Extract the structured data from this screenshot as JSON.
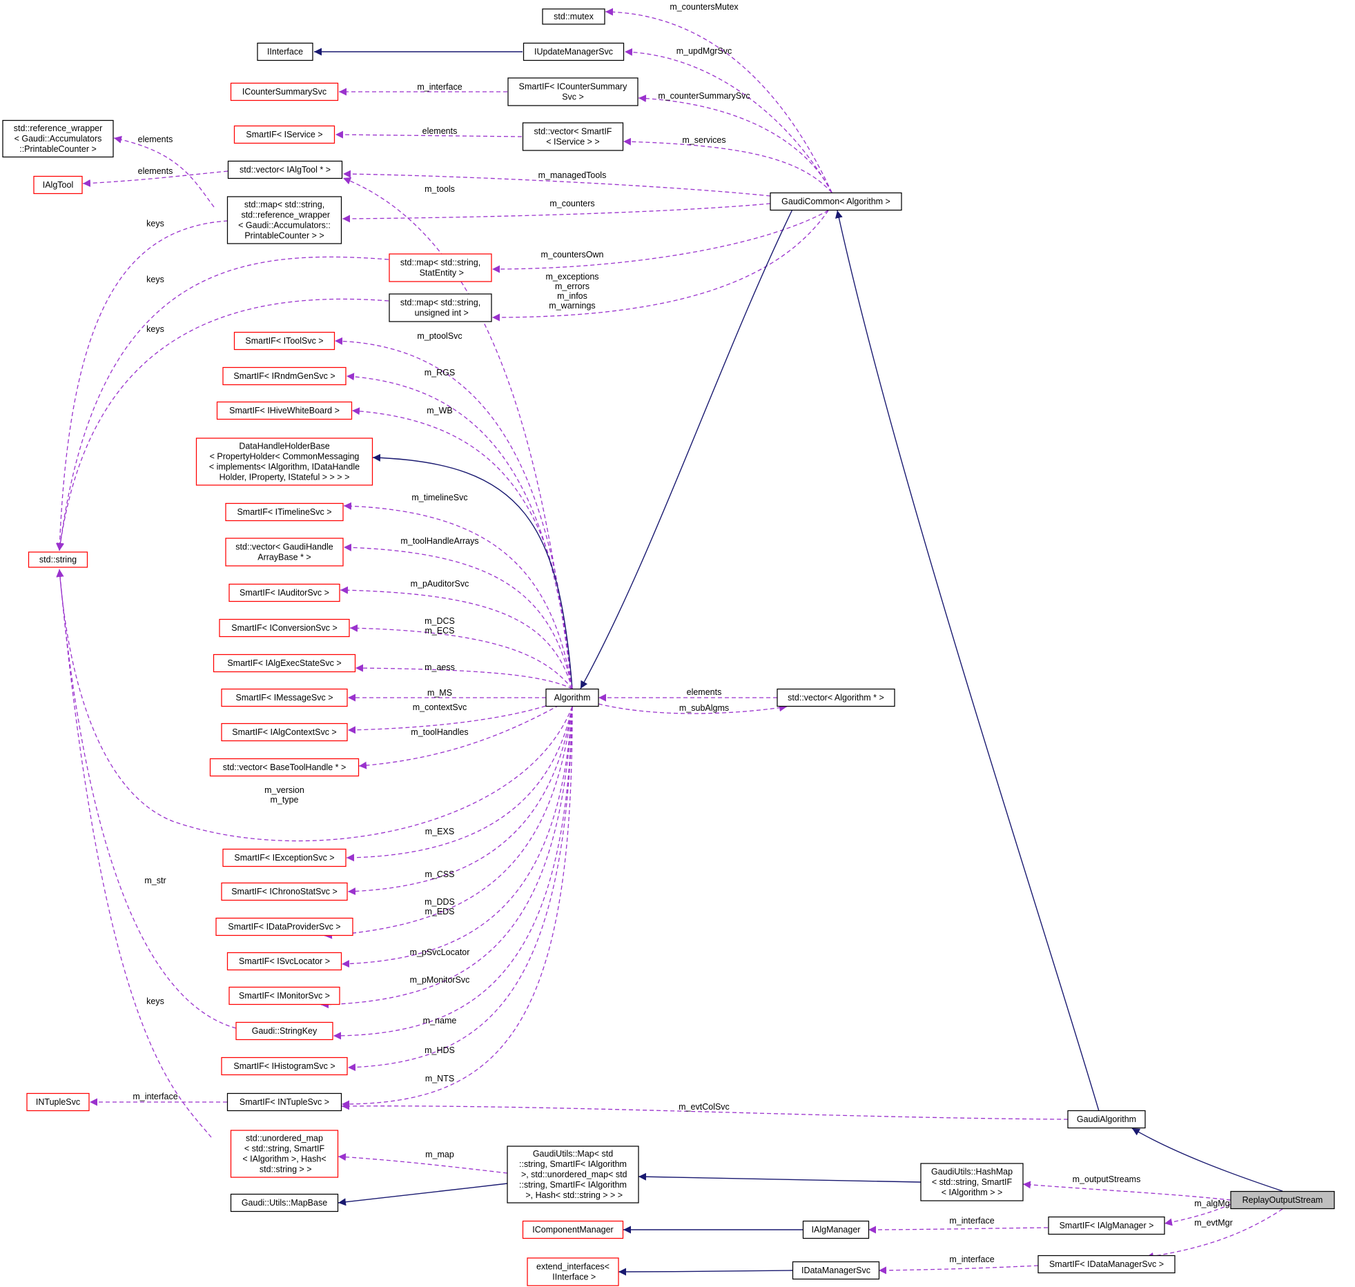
{
  "diagram": {
    "colors": {
      "inherit_edge": "#191970",
      "use_edge": "#9a32cd",
      "node_border_documented": "#000000",
      "node_border_undocumented": "#ff0000",
      "selected_node_fill": "#bfbfbf"
    },
    "nodes": [
      {
        "id": "std_mutex",
        "lines": [
          "std::mutex"
        ],
        "border": "black"
      },
      {
        "id": "iinterface",
        "lines": [
          "IInterface"
        ],
        "border": "black"
      },
      {
        "id": "iupdatemanagersvc",
        "lines": [
          "IUpdateManagerSvc"
        ],
        "border": "black"
      },
      {
        "id": "icountersummarysvc",
        "lines": [
          "ICounterSummarySvc"
        ],
        "border": "red"
      },
      {
        "id": "smartif_icountersummarysvc",
        "lines": [
          "SmartIF< ICounterSummary",
          "Svc >"
        ],
        "border": "black"
      },
      {
        "id": "std_reference_wrapper",
        "lines": [
          "std::reference_wrapper",
          "< Gaudi::Accumulators",
          "::PrintableCounter >"
        ],
        "border": "black"
      },
      {
        "id": "smartif_iservice",
        "lines": [
          "SmartIF< IService >"
        ],
        "border": "red"
      },
      {
        "id": "vector_smartif_iservice",
        "lines": [
          "std::vector< SmartIF",
          "< IService > >"
        ],
        "border": "black"
      },
      {
        "id": "ialgtool",
        "lines": [
          "IAlgTool"
        ],
        "border": "red"
      },
      {
        "id": "vector_ialgtool",
        "lines": [
          "std::vector< IAlgTool * >"
        ],
        "border": "black"
      },
      {
        "id": "map_refwrapper",
        "lines": [
          "std::map< std::string,",
          " std::reference_wrapper",
          "< Gaudi::Accumulators::",
          "PrintableCounter > >"
        ],
        "border": "black"
      },
      {
        "id": "gaudicommon",
        "lines": [
          "GaudiCommon< Algorithm >"
        ],
        "border": "black"
      },
      {
        "id": "map_statentity",
        "lines": [
          "std::map< std::string,",
          " StatEntity >"
        ],
        "border": "red"
      },
      {
        "id": "map_uint",
        "lines": [
          "std::map< std::string,",
          " unsigned int >"
        ],
        "border": "black"
      },
      {
        "id": "smartif_itoolsvc",
        "lines": [
          "SmartIF< IToolSvc >"
        ],
        "border": "red"
      },
      {
        "id": "smartif_irndmgensvc",
        "lines": [
          "SmartIF< IRndmGenSvc >"
        ],
        "border": "red"
      },
      {
        "id": "smartif_ihivewhiteboard",
        "lines": [
          "SmartIF< IHiveWhiteBoard >"
        ],
        "border": "red"
      },
      {
        "id": "datahandleholderbase",
        "lines": [
          "DataHandleHolderBase",
          "< PropertyHolder< CommonMessaging",
          "< implements< IAlgorithm, IDataHandle",
          "Holder, IProperty, IStateful > > > >"
        ],
        "border": "red"
      },
      {
        "id": "smartif_itimelinesvc",
        "lines": [
          "SmartIF< ITimelineSvc >"
        ],
        "border": "red"
      },
      {
        "id": "vector_gaudihandlearraybase",
        "lines": [
          "std::vector< GaudiHandle",
          "ArrayBase * >"
        ],
        "border": "red"
      },
      {
        "id": "std_string",
        "lines": [
          "std::string"
        ],
        "border": "red"
      },
      {
        "id": "smartif_iauditorsvc",
        "lines": [
          "SmartIF< IAuditorSvc >"
        ],
        "border": "red"
      },
      {
        "id": "smartif_iconversionsvc",
        "lines": [
          "SmartIF< IConversionSvc >"
        ],
        "border": "red"
      },
      {
        "id": "smartif_ialgexecstatesvc",
        "lines": [
          "SmartIF< IAlgExecStateSvc >"
        ],
        "border": "red"
      },
      {
        "id": "smartif_imessagesvc",
        "lines": [
          "SmartIF< IMessageSvc >"
        ],
        "border": "red"
      },
      {
        "id": "algorithm",
        "lines": [
          "Algorithm"
        ],
        "border": "black"
      },
      {
        "id": "vector_algorithm",
        "lines": [
          "std::vector< Algorithm * >"
        ],
        "border": "black"
      },
      {
        "id": "smartif_ialgcontextsvc",
        "lines": [
          "SmartIF< IAlgContextSvc >"
        ],
        "border": "red"
      },
      {
        "id": "vector_basetoolhandle",
        "lines": [
          "std::vector< BaseToolHandle * >"
        ],
        "border": "red"
      },
      {
        "id": "smartif_iexceptionsvc",
        "lines": [
          "SmartIF< IExceptionSvc >"
        ],
        "border": "red"
      },
      {
        "id": "smartif_ichronostatsvc",
        "lines": [
          "SmartIF< IChronoStatSvc >"
        ],
        "border": "red"
      },
      {
        "id": "smartif_idataprovidersvc",
        "lines": [
          "SmartIF< IDataProviderSvc >"
        ],
        "border": "red"
      },
      {
        "id": "smartif_isvclocator",
        "lines": [
          "SmartIF< ISvcLocator >"
        ],
        "border": "red"
      },
      {
        "id": "smartif_imonitorsvc",
        "lines": [
          "SmartIF< IMonitorSvc >"
        ],
        "border": "red"
      },
      {
        "id": "gaudi_stringkey",
        "lines": [
          "Gaudi::StringKey"
        ],
        "border": "red"
      },
      {
        "id": "smartif_ihistogramsvc",
        "lines": [
          "SmartIF< IHistogramSvc >"
        ],
        "border": "red"
      },
      {
        "id": "intuplesvc",
        "lines": [
          "INTupleSvc"
        ],
        "border": "red"
      },
      {
        "id": "smartif_intuplesvc",
        "lines": [
          "SmartIF< INTupleSvc >"
        ],
        "border": "black"
      },
      {
        "id": "gaudialgorithm",
        "lines": [
          "GaudiAlgorithm"
        ],
        "border": "black"
      },
      {
        "id": "unordered_map",
        "lines": [
          "std::unordered_map",
          "< std::string, SmartIF",
          "< IAlgorithm >, Hash<",
          " std::string > >"
        ],
        "border": "red"
      },
      {
        "id": "gaudiutils_map",
        "lines": [
          "GaudiUtils::Map< std",
          "::string, SmartIF< IAlgorithm",
          " >, std::unordered_map< std",
          "::string, SmartIF< IAlgorithm",
          " >, Hash< std::string > > >"
        ],
        "border": "black"
      },
      {
        "id": "gaudiutils_hashmap",
        "lines": [
          "GaudiUtils::HashMap",
          "< std::string, SmartIF",
          "< IAlgorithm > >"
        ],
        "border": "black"
      },
      {
        "id": "replayoutputstream",
        "lines": [
          "ReplayOutputStream"
        ],
        "border": "self"
      },
      {
        "id": "gaudi_utils_mapbase",
        "lines": [
          "Gaudi::Utils::MapBase"
        ],
        "border": "black"
      },
      {
        "id": "icomponentmanager",
        "lines": [
          "IComponentManager"
        ],
        "border": "red"
      },
      {
        "id": "ialgmanager",
        "lines": [
          "IAlgManager"
        ],
        "border": "black"
      },
      {
        "id": "smartif_ialgmanager",
        "lines": [
          "SmartIF< IAlgManager >"
        ],
        "border": "black"
      },
      {
        "id": "extend_interfaces",
        "lines": [
          "extend_interfaces<",
          " IInterface >"
        ],
        "border": "red"
      },
      {
        "id": "idatamanagersvc",
        "lines": [
          "IDataManagerSvc"
        ],
        "border": "black"
      },
      {
        "id": "smartif_idatamanagersvc",
        "lines": [
          "SmartIF< IDataManagerSvc >"
        ],
        "border": "black"
      }
    ],
    "edge_labels": [
      {
        "id": "lbl_m_countersmutex",
        "lines": [
          "m_countersMutex"
        ]
      },
      {
        "id": "lbl_m_updmgrsvc",
        "lines": [
          "m_updMgrSvc"
        ]
      },
      {
        "id": "lbl_m_interface_csvc",
        "lines": [
          "m_interface"
        ]
      },
      {
        "id": "lbl_m_countersummarysvc",
        "lines": [
          "m_counterSummarySvc"
        ]
      },
      {
        "id": "lbl_elements_refwrap",
        "lines": [
          "elements"
        ]
      },
      {
        "id": "lbl_elements_iservice",
        "lines": [
          "elements"
        ]
      },
      {
        "id": "lbl_m_services",
        "lines": [
          "m_services"
        ]
      },
      {
        "id": "lbl_elements_algtool",
        "lines": [
          "elements"
        ]
      },
      {
        "id": "lbl_m_managedtools",
        "lines": [
          "m_managedTools"
        ]
      },
      {
        "id": "lbl_m_tools",
        "lines": [
          "m_tools"
        ]
      },
      {
        "id": "lbl_m_counters",
        "lines": [
          "m_counters"
        ]
      },
      {
        "id": "lbl_keys_1",
        "lines": [
          "keys"
        ]
      },
      {
        "id": "lbl_m_countersown",
        "lines": [
          "m_countersOwn"
        ]
      },
      {
        "id": "lbl_keys_2",
        "lines": [
          "keys"
        ]
      },
      {
        "id": "lbl_m_exceptions",
        "lines": [
          "m_exceptions",
          "m_errors",
          "m_infos",
          "m_warnings"
        ]
      },
      {
        "id": "lbl_keys_3",
        "lines": [
          "keys"
        ]
      },
      {
        "id": "lbl_m_ptoolsvc",
        "lines": [
          "m_ptoolSvc"
        ]
      },
      {
        "id": "lbl_m_rgs",
        "lines": [
          "m_RGS"
        ]
      },
      {
        "id": "lbl_m_wb",
        "lines": [
          "m_WB"
        ]
      },
      {
        "id": "lbl_m_timelinesvc",
        "lines": [
          "m_timelineSvc"
        ]
      },
      {
        "id": "lbl_m_toolhandlearrays",
        "lines": [
          "m_toolHandleArrays"
        ]
      },
      {
        "id": "lbl_m_pauditorsvc",
        "lines": [
          "m_pAuditorSvc"
        ]
      },
      {
        "id": "lbl_m_dcs",
        "lines": [
          "m_DCS",
          "m_ECS"
        ]
      },
      {
        "id": "lbl_m_aess",
        "lines": [
          "m_aess"
        ]
      },
      {
        "id": "lbl_m_ms",
        "lines": [
          "m_MS"
        ]
      },
      {
        "id": "lbl_elements_alg",
        "lines": [
          "elements"
        ]
      },
      {
        "id": "lbl_m_subalgms",
        "lines": [
          "m_subAlgms"
        ]
      },
      {
        "id": "lbl_m_contextsvc",
        "lines": [
          "m_contextSvc"
        ]
      },
      {
        "id": "lbl_m_toolhandles",
        "lines": [
          "m_toolHandles"
        ]
      },
      {
        "id": "lbl_m_version",
        "lines": [
          "m_version",
          "m_type"
        ]
      },
      {
        "id": "lbl_m_exs",
        "lines": [
          "m_EXS"
        ]
      },
      {
        "id": "lbl_m_css",
        "lines": [
          "m_CSS"
        ]
      },
      {
        "id": "lbl_m_str",
        "lines": [
          "m_str"
        ]
      },
      {
        "id": "lbl_m_dds",
        "lines": [
          "m_DDS",
          "m_EDS"
        ]
      },
      {
        "id": "lbl_m_psvclocator",
        "lines": [
          "m_pSvcLocator"
        ]
      },
      {
        "id": "lbl_m_pmonitorsvc",
        "lines": [
          "m_pMonitorSvc"
        ]
      },
      {
        "id": "lbl_keys_4",
        "lines": [
          "keys"
        ]
      },
      {
        "id": "lbl_m_name",
        "lines": [
          "m_name"
        ]
      },
      {
        "id": "lbl_m_hds",
        "lines": [
          "m_HDS"
        ]
      },
      {
        "id": "lbl_m_interface_ntuple",
        "lines": [
          "m_interface"
        ]
      },
      {
        "id": "lbl_m_nts",
        "lines": [
          "m_NTS"
        ]
      },
      {
        "id": "lbl_m_evtcolsvc",
        "lines": [
          "m_evtColSvc"
        ]
      },
      {
        "id": "lbl_m_map",
        "lines": [
          "m_map"
        ]
      },
      {
        "id": "lbl_m_outputstreams",
        "lines": [
          "m_outputStreams"
        ]
      },
      {
        "id": "lbl_m_algmgr",
        "lines": [
          "m_algMgr"
        ]
      },
      {
        "id": "lbl_m_interface_algmgr",
        "lines": [
          "m_interface"
        ]
      },
      {
        "id": "lbl_m_evtmgr",
        "lines": [
          "m_evtMgr"
        ]
      },
      {
        "id": "lbl_m_interface_datamgr",
        "lines": [
          "m_interface"
        ]
      }
    ]
  }
}
